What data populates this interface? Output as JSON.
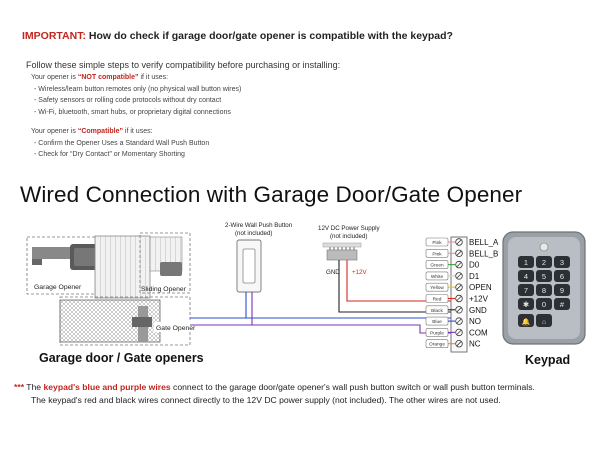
{
  "header": {
    "important_label": "IMPORTANT:",
    "question": "How do check if garage door/gate opener is compatible with the keypad?",
    "intro": "Follow these simple steps to verify compatibility before purchasing or installing:"
  },
  "not_compatible": {
    "lead": "Your opener is",
    "highlight": "“NOT compatible”",
    "tail": "if it uses:",
    "items": [
      "- Wireless/learn button remotes only (no physical wall button wires)",
      "- Safety sensors or rolling code protocols without dry contact",
      "- Wi-Fi, bluetooth, smart hubs, or proprietary digital connections"
    ]
  },
  "compatible": {
    "lead": "Your opener is",
    "highlight": "“Compatible”",
    "tail": "if it uses:",
    "items": [
      "- Confirm the Opener Uses a Standard Wall Push Button",
      "- Check for “Dry Contact” or Momentary Shorting"
    ]
  },
  "diagram": {
    "title": "Wired Connection with Garage Door/Gate Opener",
    "garage_opener_label": "Garage Opener",
    "sliding_opener_label": "Sliding Opener",
    "gate_opener_label": "Gate Opener",
    "left_caption": "Garage door / Gate openers",
    "wall_button_label_1": "2-Wire Wall Push Button",
    "wall_button_label_2": "(not included)",
    "power_supply_label_1": "12V DC Power Supply",
    "power_supply_label_2": "(not included)",
    "gnd_label": "GND",
    "plus12_label": "+12V",
    "keypad_caption": "Keypad",
    "wires": [
      {
        "color_name": "Pink",
        "terminal": "BELL_A",
        "hex": "#e88fb4"
      },
      {
        "color_name": "Pink",
        "terminal": "BELL_B",
        "hex": "#e88fb4"
      },
      {
        "color_name": "Green",
        "terminal": "D0",
        "hex": "#3aa23a"
      },
      {
        "color_name": "White",
        "terminal": "D1",
        "hex": "#cccccc"
      },
      {
        "color_name": "Yellow",
        "terminal": "OPEN",
        "hex": "#e8c800"
      },
      {
        "color_name": "Red",
        "terminal": "+12V",
        "hex": "#d9261c"
      },
      {
        "color_name": "Black",
        "terminal": "GND",
        "hex": "#222222"
      },
      {
        "color_name": "Blue",
        "terminal": "NO",
        "hex": "#2b4fd0"
      },
      {
        "color_name": "Purple",
        "terminal": "COM",
        "hex": "#7a35b5"
      },
      {
        "color_name": "Orange",
        "terminal": "NC",
        "hex": "#f08a1c"
      }
    ],
    "keypad_keys": [
      "1",
      "2",
      "3",
      "4",
      "5",
      "6",
      "7",
      "8",
      "9",
      "✱",
      "0",
      "#"
    ]
  },
  "footer": {
    "stars": "***",
    "part1": "The",
    "highlight": "keypad's blue and purple wires",
    "part2": "connect to the garage door/gate opener's wall push button switch or wall push button terminals.",
    "line2": "The keypad's red and black wires connect directly to the 12V DC power supply (not included). The other wires are not used."
  }
}
